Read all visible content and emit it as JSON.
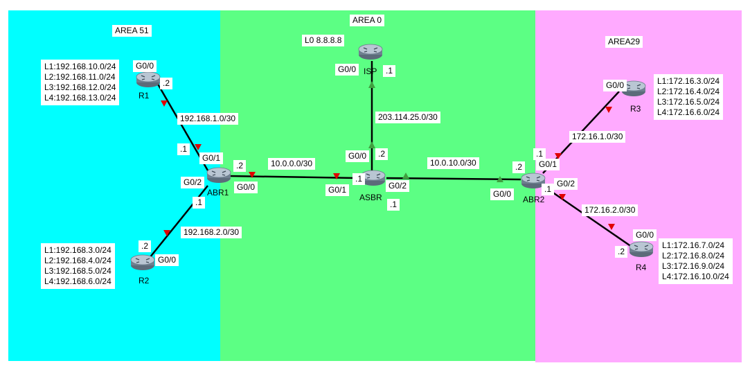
{
  "colors": {
    "area51": "#00ffff",
    "area0": "#5cff84",
    "area29": "#ffaaff",
    "link": "#000000",
    "port_down": "#e00000",
    "port_up": "#40a040"
  },
  "areas": {
    "area51": "AREA 51",
    "area0": "AREA 0",
    "area29": "AREA29"
  },
  "routers": {
    "r1": "R1",
    "r2": "R2",
    "r3": "R3",
    "r4": "R4",
    "abr1": "ABR1",
    "abr2": "ABR2",
    "asbr": "ASBR",
    "isp": "ISP"
  },
  "loopbacks": {
    "r1": "L1:192.168.10.0/24\nL2:192.168.11.0/24\nL3:192.168.12.0/24\nL4:192.168.13.0/24",
    "r2": "L1:192.168.3.0/24\nL2:192.168.4.0/24\nL3:192.168.5.0/24\nL4:192.168.6.0/24",
    "r3": "L1:172.16.3.0/24\nL2:172.16.4.0/24\nL3:172.16.5.0/24\nL4:172.16.6.0/24",
    "r4": "L1:172.16.7.0/24\nL2:172.16.8.0/24\nL3:172.16.9.0/24\nL4:172.16.10.0/24",
    "isp": "L0 8.8.8.8"
  },
  "networks": {
    "r1_abr1": "192.168.1.0/30",
    "r2_abr1": "192.168.2.0/30",
    "abr1_asbr": "10.0.0.0/30",
    "asbr_isp": "203.114.25.0/30",
    "asbr_abr2": "10.0.10.0/30",
    "abr2_r3": "172.16.1.0/30",
    "abr2_r4": "172.16.2.0/30"
  },
  "interfaces": {
    "r1_g00": "G0/0",
    "r2_g00": "G0/0",
    "abr1_g01": "G0/1",
    "abr1_g02": "G0/2",
    "abr1_g00": "G0/0",
    "asbr_g01": "G0/1",
    "asbr_g00": "G0/0",
    "asbr_g02": "G0/2",
    "isp_g00": "G0/0",
    "abr2_g00": "G0/0",
    "abr2_g01": "G0/1",
    "abr2_g02": "G0/2",
    "r3_g00": "G0/0",
    "r4_g00": "G0/0"
  },
  "hosts": {
    "r1": ".2",
    "abr1_r1": ".1",
    "abr1_asbr": ".2",
    "abr1_r2": ".1",
    "r2": ".2",
    "asbr_abr1": ".1",
    "asbr_isp": ".2",
    "asbr_abr2": ".1",
    "isp": ".1",
    "abr2_asbr": ".2",
    "abr2_r3": ".1",
    "abr2_r4": ".1",
    "r4": ".2"
  }
}
